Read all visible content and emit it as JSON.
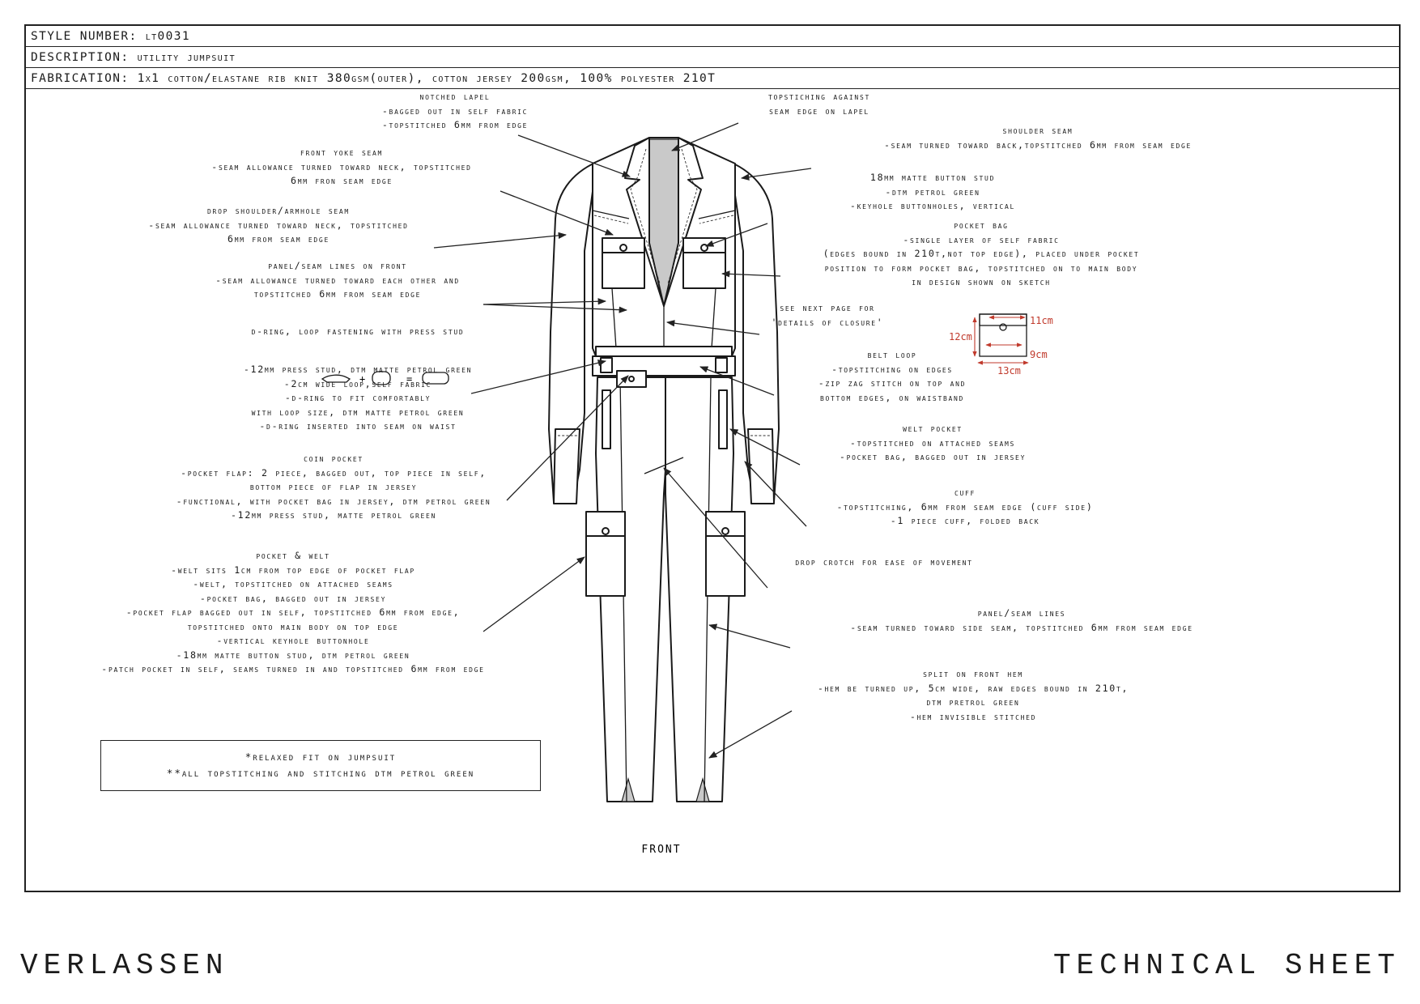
{
  "header": {
    "style_label": "STYLE NUMBER:",
    "style_value": "lt0031",
    "description_label": "DESCRIPTION:",
    "description_value": "utility jumpsuit",
    "fabrication_label": "FABRICATION:",
    "fabrication_value": "1x1 cotton/elastane rib knit 380gsm(outer), cotton jersey 200gsm, 100% polyester 210T"
  },
  "annotations": {
    "notched_lapel": [
      "notched lapel",
      "-bagged out in self fabric",
      "-topstitched 6mm from edge"
    ],
    "topstitching_lapel": [
      "topstiching against",
      "seam edge on lapel"
    ],
    "shoulder_seam": [
      "shoulder seam",
      "-seam turned toward back,topstitched 6mm from seam edge"
    ],
    "front_yoke": [
      "front yoke seam",
      "-seam allowance turned toward neck, topstitched",
      "6mm fron seam edge"
    ],
    "button_stud": [
      "18mm matte button stud",
      "-dtm petrol green",
      "-keyhole buttonholes, vertical"
    ],
    "drop_shoulder": [
      "drop shoulder/armhole seam",
      "-seam allowance turned toward neck, topstitched",
      "6mm from seam edge"
    ],
    "pocket_bag": [
      "pocket bag",
      "-single layer of self fabric",
      "(edges bound in 210T,not top edge), placed under pocket",
      "position to form pocket bag, topstitched on to main body",
      "in design shown on sketch"
    ],
    "panel_front": [
      "panel/seam lines on front",
      "-seam allowance turned toward each other and",
      "topstitched 6mm from seam edge"
    ],
    "closure": [
      "see next page for",
      "'details of closure'"
    ],
    "d_ring": [
      "d-ring, loop fastening with press stud"
    ],
    "d_ring_details": [
      "-12mm press stud, dtm matte petrol green",
      "-2cm wide loop,self fabric",
      "-d-ring to fit comfortably",
      "with loop size, dtm matte petrol green",
      "-D-ring inserted into seam on waist"
    ],
    "belt_loop": [
      "belt loop",
      "-topstitching on edges",
      "-zip zag stitch on top and",
      "bottom edges, on waistband"
    ],
    "welt_pocket": [
      "welt pocket",
      "-topstitched on attached seams",
      "-pocket bag, bagged out in jersey"
    ],
    "coin_pocket": [
      "coin pocket",
      "-pocket flap: 2 piece, bagged out, top piece in self,",
      "bottom piece of flap in jersey",
      "-functional, with pocket bag in jersey, dtm petrol green",
      "-12mm press stud, matte petrol green"
    ],
    "cuff": [
      "cuff",
      "-topstitching, 6mm from seam edge (cuff side)",
      "-1 piece cuff, folded back"
    ],
    "pocket_welt": [
      "pocket & welt",
      "-welt sits 1cm from top edge of pocket flap",
      "-welt, topstitched on attached seams",
      "-pocket bag, bagged out in jersey",
      "-pocket flap bagged out in self, topstitched 6mm from edge,",
      "topstitched onto main body on top edge",
      "-vertical keyhole buttonhole",
      "-18mm matte button stud, dtm petrol green",
      "-patch pocket in self, seams turned in and topstitched 6mm from edge"
    ],
    "drop_crotch": [
      "drop crotch for ease of movement"
    ],
    "panel_lines": [
      "panel/seam lines",
      "-seam turned toward side seam, topstitched 6mm from seam edge"
    ],
    "split_hem": [
      "split on front hem",
      "-hem be turned up, 5cm wide, raw edges bound in 210T,",
      "dtm pretrol green",
      "-hem invisible stitched"
    ]
  },
  "symbols": {
    "plus": "+",
    "equals": "="
  },
  "measurements": {
    "width_top": "11cm",
    "height": "12cm",
    "width_inner": "9cm",
    "width_bottom": "13cm",
    "color": "#c0392b"
  },
  "notes": [
    "*relaxed fit on jumpsuit",
    "**all topstitching and stitching dtm petrol green"
  ],
  "view_label": "FRONT",
  "footer": {
    "brand": "VERLASSEN",
    "sheet_type": "TECHNICAL SHEET"
  }
}
